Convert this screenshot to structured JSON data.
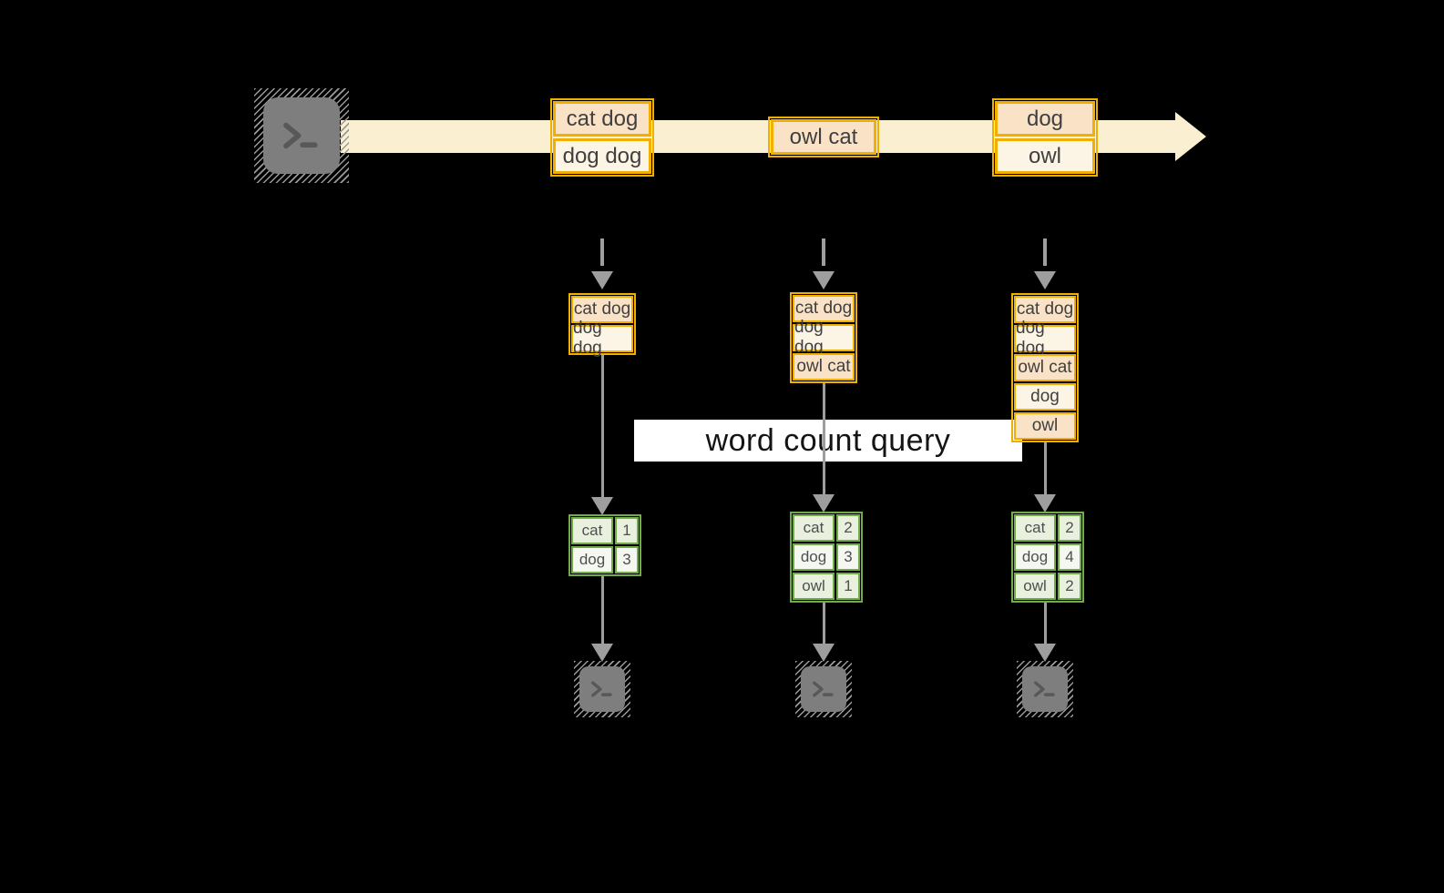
{
  "diagram": {
    "query_label": "word count query"
  },
  "colors": {
    "background": "#000000",
    "band": "#FBEFD2",
    "orange_border": "#F1B000",
    "cell_peach": "#F9E2C6",
    "cell_cream": "#FCF4E4",
    "green_border": "#71AC48",
    "green_cell_a": "#E9F0DE",
    "green_cell_b": "#F5F8F1",
    "arrow_gray": "#9E9E9E",
    "terminal_gray": "#7E7E7E",
    "query_box_bg": "#FFFFFF"
  },
  "timeline": {
    "messages": [
      {
        "lines": [
          "cat dog",
          "dog dog"
        ]
      },
      {
        "lines": [
          "owl cat"
        ]
      },
      {
        "lines": [
          "dog",
          "owl"
        ]
      }
    ]
  },
  "columns": [
    {
      "window": [
        "cat dog",
        "dog dog"
      ],
      "counts": [
        {
          "word": "cat",
          "count": "1"
        },
        {
          "word": "dog",
          "count": "3"
        }
      ]
    },
    {
      "window": [
        "cat dog",
        "dog dog",
        "owl cat"
      ],
      "counts": [
        {
          "word": "cat",
          "count": "2"
        },
        {
          "word": "dog",
          "count": "3"
        },
        {
          "word": "owl",
          "count": "1"
        }
      ]
    },
    {
      "window": [
        "cat dog",
        "dog dog",
        "owl cat",
        "dog",
        "owl"
      ],
      "counts": [
        {
          "word": "cat",
          "count": "2"
        },
        {
          "word": "dog",
          "count": "4"
        },
        {
          "word": "owl",
          "count": "2"
        }
      ]
    }
  ]
}
